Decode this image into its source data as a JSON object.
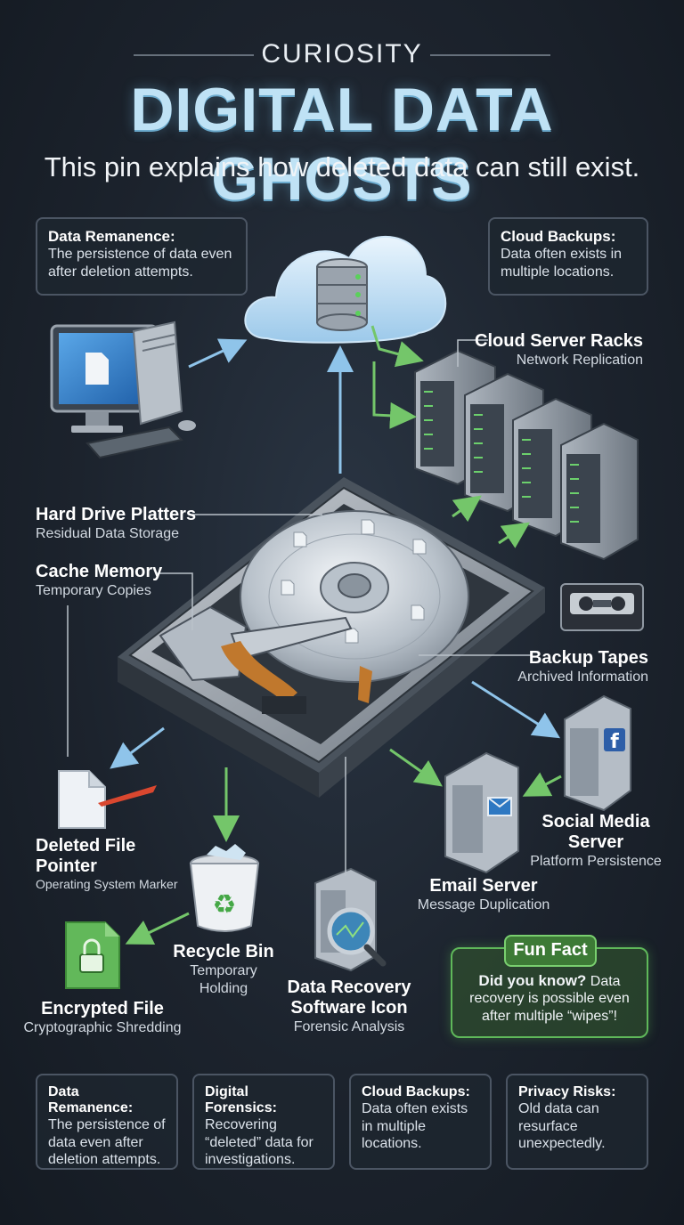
{
  "header": {
    "eyebrow": "CURIOSITY",
    "title": "DIGITAL DATA GHOSTS",
    "subtitle": "This pin explains how deleted data can still exist."
  },
  "top_cards": [
    {
      "heading": "Data Remanence:",
      "body": "The persistence of data even after deletion attempts."
    },
    {
      "heading": "Cloud Backups:",
      "body": "Data often exists in multiple locations."
    }
  ],
  "labels": {
    "cloud_racks": {
      "title": "Cloud Server Racks",
      "sub": "Network Replication"
    },
    "platters": {
      "title": "Hard Drive Platters",
      "sub": "Residual Data Storage"
    },
    "cache": {
      "title": "Cache Memory",
      "sub": "Temporary Copies"
    },
    "tapes": {
      "title": "Backup Tapes",
      "sub": "Archived Information"
    },
    "deleted_pointer": {
      "title": "Deleted File Pointer",
      "sub": "Operating System Marker"
    },
    "recycle": {
      "title": "Recycle Bin",
      "sub": "Temporary Holding"
    },
    "encrypted": {
      "title": "Encrypted File",
      "sub": "Cryptographic Shredding"
    },
    "recovery": {
      "title": "Data Recovery Software Icon",
      "sub": "Forensic Analysis"
    },
    "email": {
      "title": "Email Server",
      "sub": "Message Duplication"
    },
    "social": {
      "title": "Social Media Server",
      "sub": "Platform Persistence"
    }
  },
  "fun_fact": {
    "tag": "Fun Fact",
    "lead": "Did you know?",
    "text": "Data recovery is possible even after multiple “wipes”!"
  },
  "bottom_cards": [
    {
      "heading": "Data Remanence:",
      "body": "The persistence of data even after deletion attempts."
    },
    {
      "heading": "Digital Forensics:",
      "body": "Recovering “deleted” data for investigations."
    },
    {
      "heading": "Cloud Backups:",
      "body": "Data often exists in multiple locations."
    },
    {
      "heading": "Privacy Risks:",
      "body": "Old data can resurface unexpectedly."
    }
  ],
  "colors": {
    "title": "#bfe2f5",
    "blue_arrow": "#8fc4ea",
    "green_arrow": "#74c66a",
    "accent_green": "#5fb85a"
  },
  "icons": [
    "desktop-computer-icon",
    "cloud-database-icon",
    "server-rack-icon",
    "hard-drive-icon",
    "backup-tape-icon",
    "document-icon",
    "recycle-bin-icon",
    "encrypted-file-icon",
    "magnifier-server-icon",
    "email-server-icon",
    "facebook-server-icon"
  ]
}
